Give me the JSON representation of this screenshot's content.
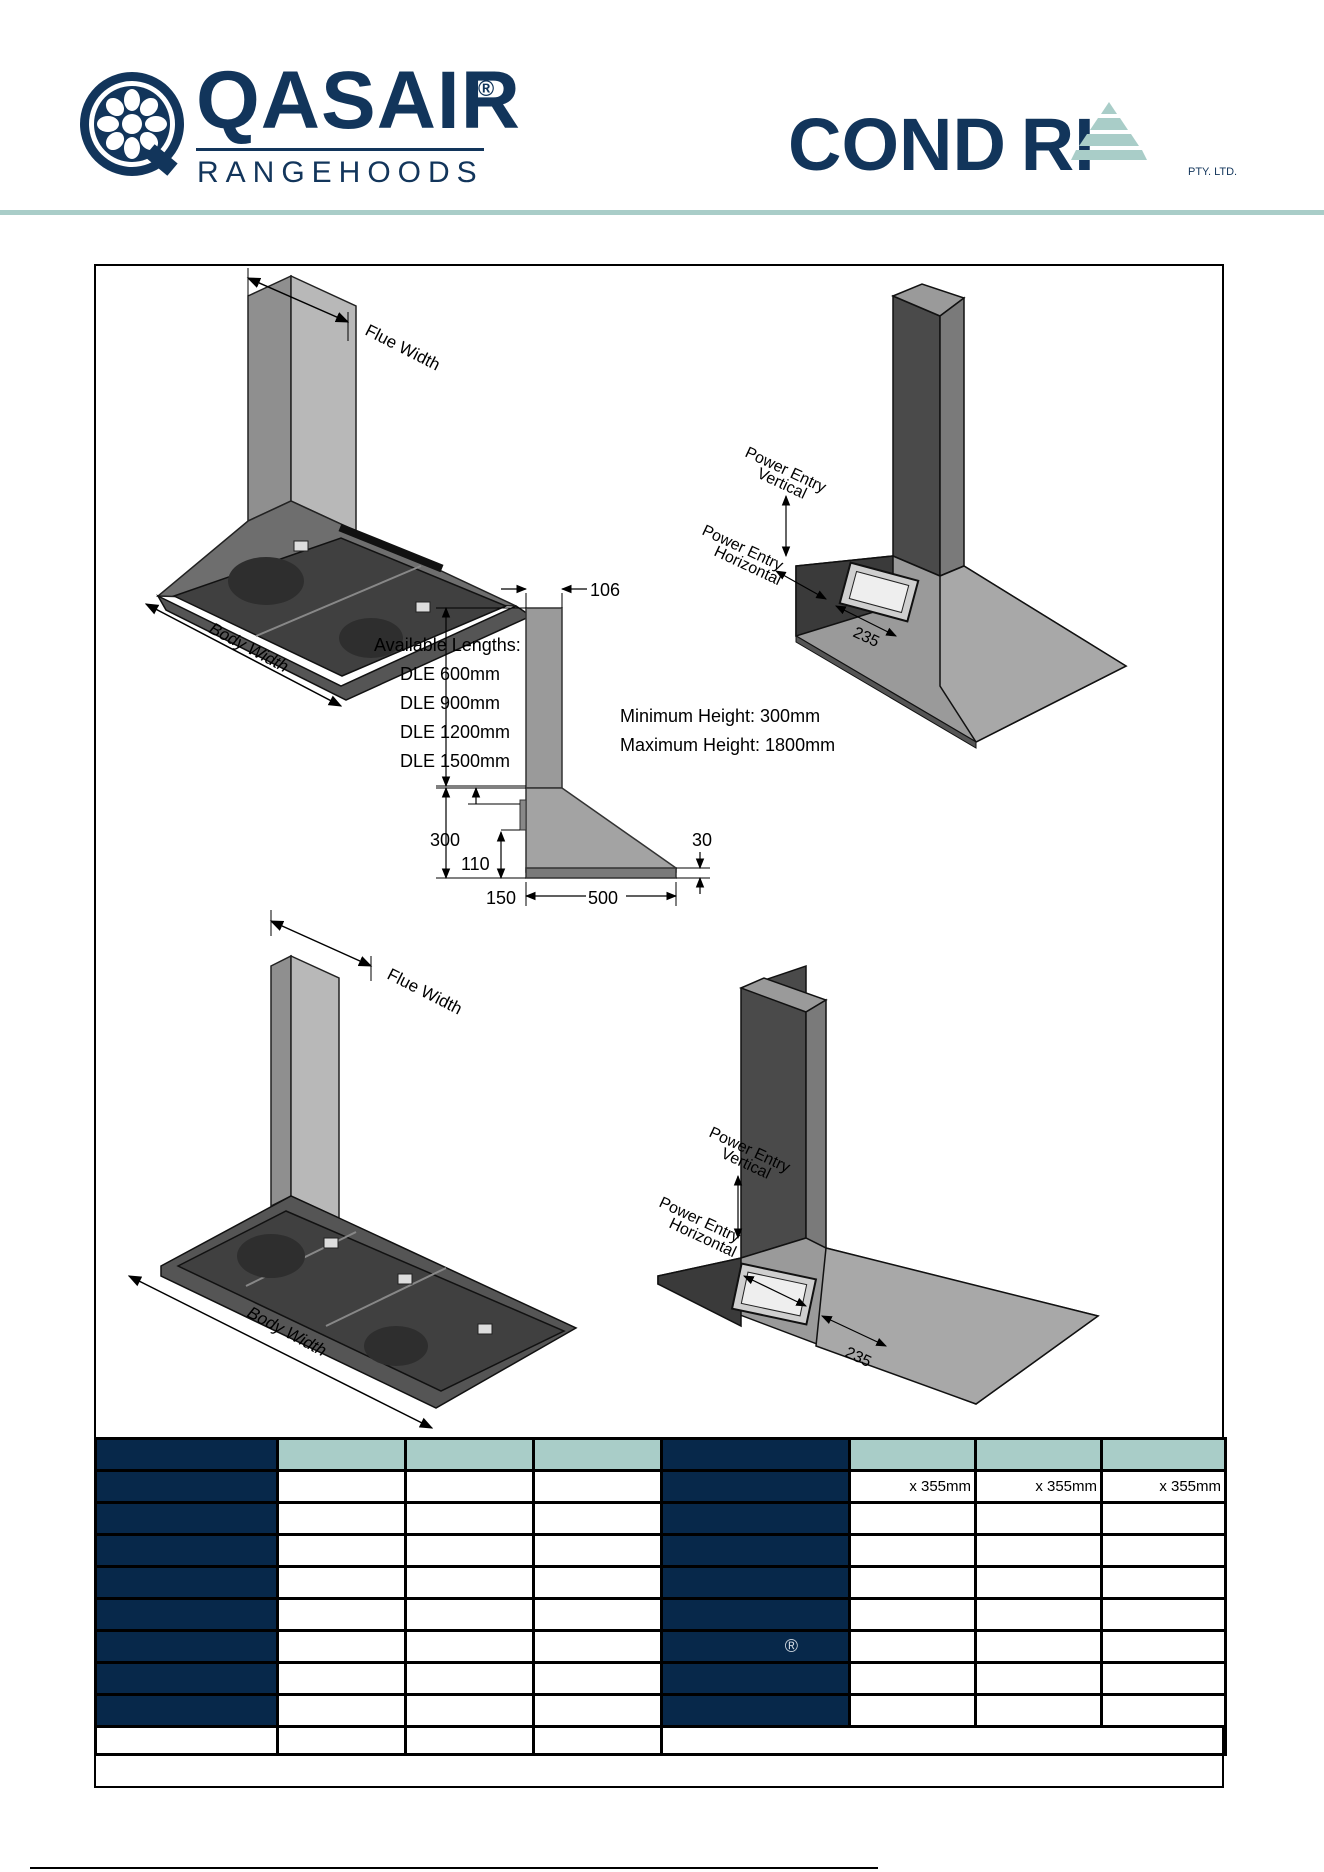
{
  "brand": {
    "qasair_name": "QASAIR",
    "qasair_reg": "®",
    "qasair_sub": "RANGEHOODS",
    "condari_name": "COND RI",
    "condari_pty": "PTY. LTD."
  },
  "drawing": {
    "flue_width": "Flue Width",
    "body_width": "Body Width",
    "power_entry_vertical_1": "Power Entry",
    "power_entry_vertical_2": "Vertical",
    "power_entry_horizontal_1": "Power Entry",
    "power_entry_horizontal_2": "Horizontal",
    "dim_235": "235",
    "dim_106": "106",
    "dim_300": "300",
    "dim_110": "110",
    "dim_150": "150",
    "dim_500": "500",
    "dim_30": "30",
    "available_lengths_title": "Available Lengths:",
    "lengths": [
      "DLE 600mm",
      "DLE 900mm",
      "DLE 1200mm",
      "DLE 1500mm"
    ],
    "minimum_height": "Minimum Height:  300mm",
    "maximum_height": "Maximum Height: 1800mm"
  },
  "table": {
    "right_row1_values": [
      "x 355mm",
      "x 355mm",
      "x 355mm"
    ],
    "registered_mark": "®"
  },
  "colors": {
    "navy": "#07284a",
    "teal": "#a9cdc8",
    "brand_blue": "#12355b"
  }
}
